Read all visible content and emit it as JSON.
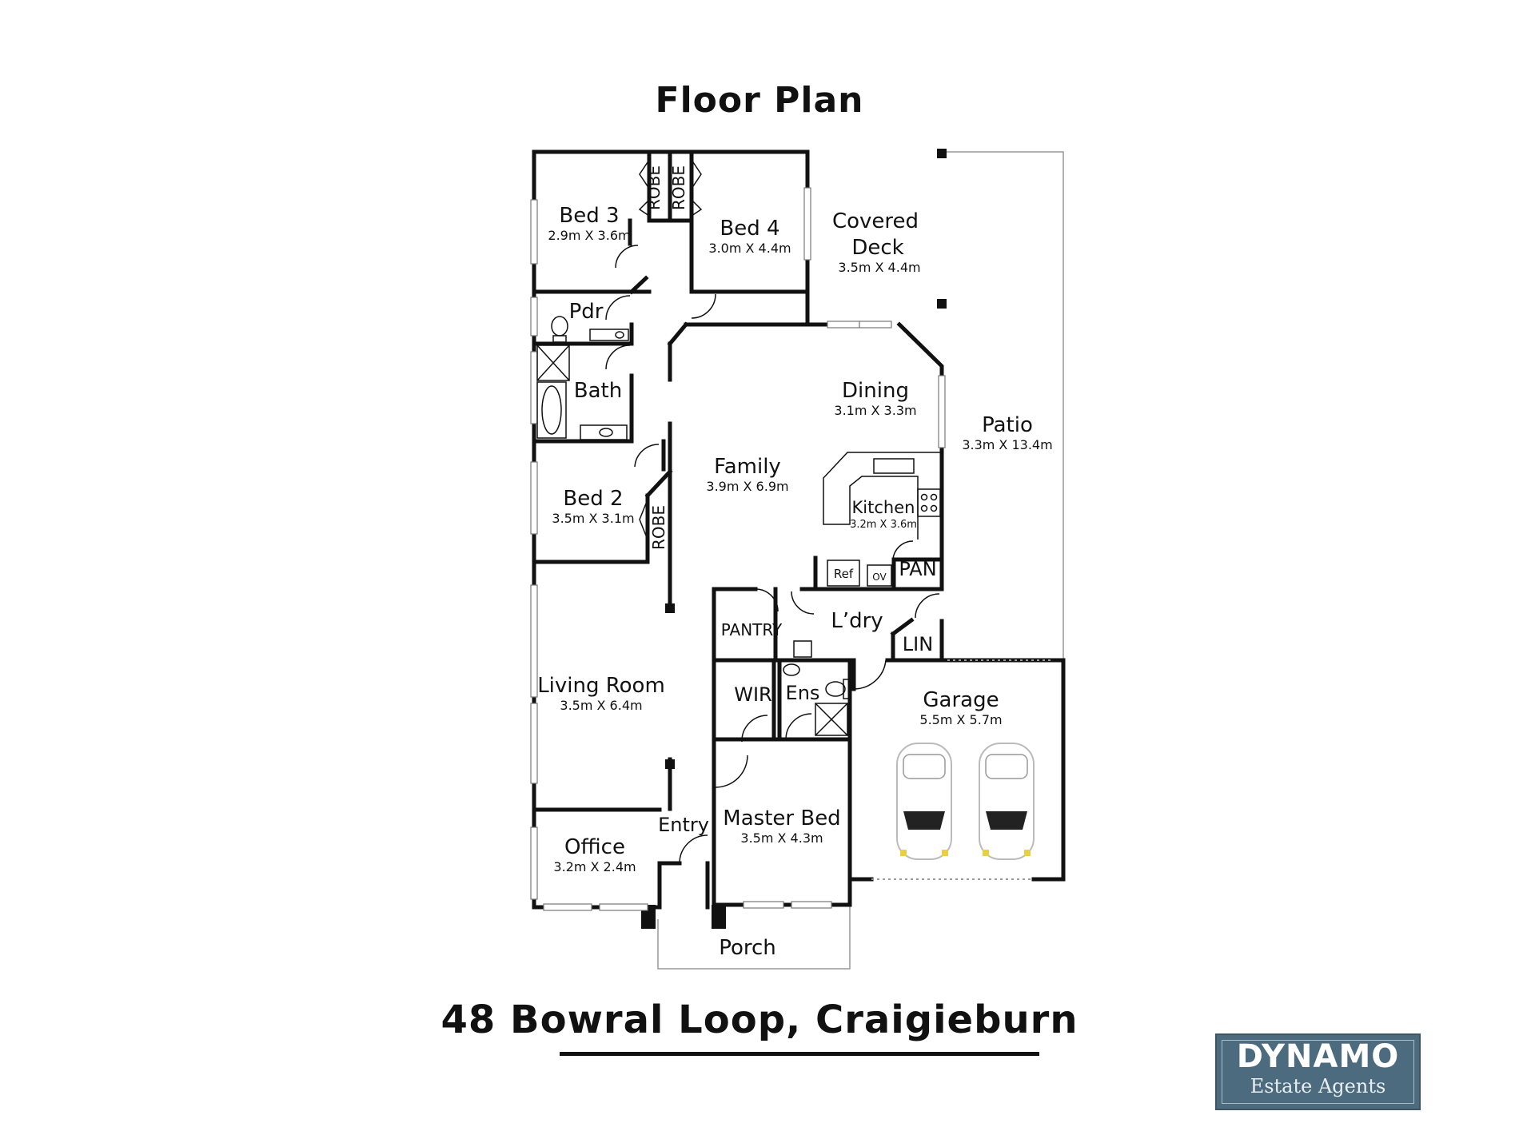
{
  "title": "Floor Plan",
  "address": "48 Bowral Loop, Craigieburn",
  "logo": {
    "brand": "DYNAMO",
    "sub": "Estate Agents"
  },
  "rooms": {
    "bed3": {
      "name": "Bed 3",
      "dims": "2.9m X 3.6m"
    },
    "bed4": {
      "name": "Bed 4",
      "dims": "3.0m X 4.4m"
    },
    "deck_line1": "Covered",
    "deck_line2": "Deck",
    "deck_dims": "3.5m X 4.4m",
    "pdr": "Pdr",
    "bath": "Bath",
    "dining": {
      "name": "Dining",
      "dims": "3.1m X 3.3m"
    },
    "patio": {
      "name": "Patio",
      "dims": "3.3m X 13.4m"
    },
    "family": {
      "name": "Family",
      "dims": "3.9m X 6.9m"
    },
    "bed2": {
      "name": "Bed 2",
      "dims": "3.5m X 3.1m"
    },
    "kitchen": {
      "name": "Kitchen",
      "dims": "3.2m X 3.6m"
    },
    "ref": "Ref",
    "ov": "OV",
    "pan": "PAN",
    "pantry": "PANTRY",
    "laundry": "L’dry",
    "lin": "LIN",
    "living": {
      "name": "Living Room",
      "dims": "3.5m X 6.4m"
    },
    "wir": "WIR",
    "ens": "Ens",
    "garage": {
      "name": "Garage",
      "dims": "5.5m X 5.7m"
    },
    "entry": "Entry",
    "master": {
      "name": "Master Bed",
      "dims": "3.5m X 4.3m"
    },
    "office": {
      "name": "Office",
      "dims": "3.2m X 2.4m"
    },
    "porch": "Porch",
    "robe1": "ROBE",
    "robe2": "ROBE",
    "robe3": "ROBE"
  },
  "colors": {
    "wall": "#111111",
    "logo_bg": "#4d6b7e"
  }
}
